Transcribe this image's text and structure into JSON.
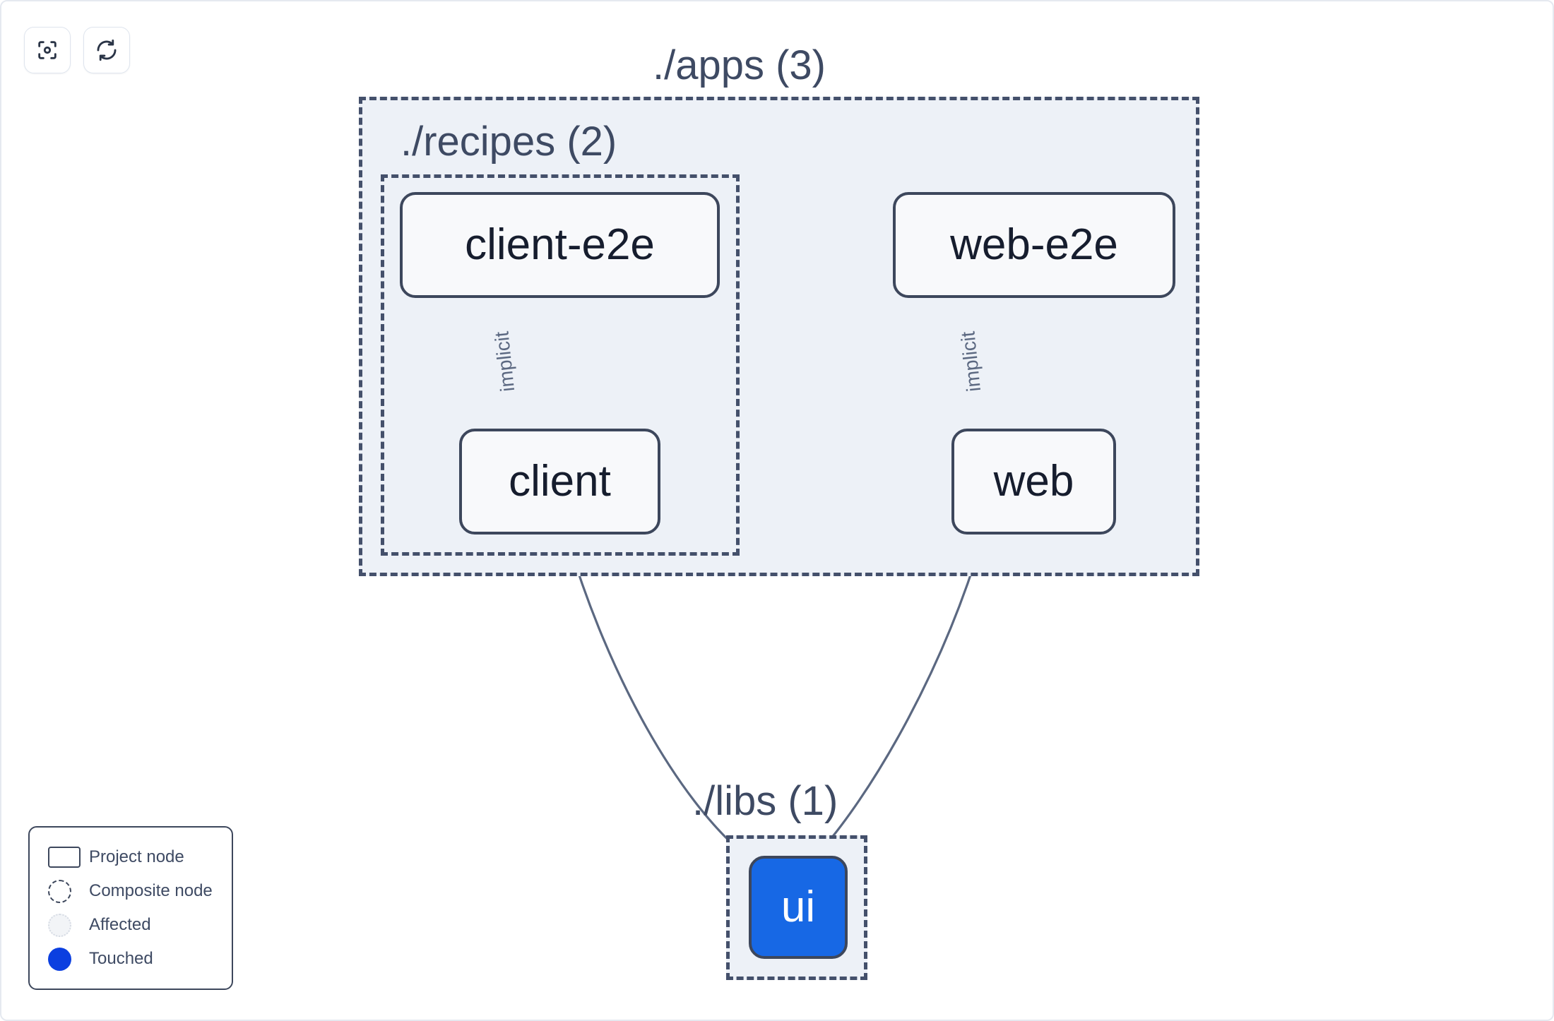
{
  "toolbar": {
    "buttons": [
      {
        "name": "focus-graph-button",
        "icon": "focus-target-icon",
        "title": "Focus graph"
      },
      {
        "name": "refresh-graph-button",
        "icon": "refresh-icon",
        "title": "Refresh graph"
      }
    ]
  },
  "graph": {
    "groups": [
      {
        "id": "apps",
        "label": "./apps (3)",
        "count": 3
      },
      {
        "id": "recipes",
        "label": "./recipes (2)",
        "count": 2
      },
      {
        "id": "libs",
        "label": "./libs (1)",
        "count": 1
      }
    ],
    "nodes": [
      {
        "id": "client-e2e",
        "label": "client-e2e",
        "group": "recipes",
        "state": "project"
      },
      {
        "id": "client",
        "label": "client",
        "group": "recipes",
        "state": "project"
      },
      {
        "id": "web-e2e",
        "label": "web-e2e",
        "group": "apps",
        "state": "project"
      },
      {
        "id": "web",
        "label": "web",
        "group": "apps",
        "state": "project"
      },
      {
        "id": "ui",
        "label": "ui",
        "group": "libs",
        "state": "touched"
      }
    ],
    "edges": [
      {
        "from": "client-e2e",
        "to": "client",
        "label": "implicit"
      },
      {
        "from": "web-e2e",
        "to": "web",
        "label": "implicit"
      },
      {
        "from": "client",
        "to": "ui",
        "label": ""
      },
      {
        "from": "web",
        "to": "ui",
        "label": ""
      }
    ]
  },
  "legend": {
    "items": [
      {
        "swatch": "project",
        "label": "Project node"
      },
      {
        "swatch": "composite",
        "label": "Composite node"
      },
      {
        "swatch": "affected",
        "label": "Affected"
      },
      {
        "swatch": "touched",
        "label": "Touched"
      }
    ]
  },
  "colors": {
    "node_border": "#3d475c",
    "node_fill": "#f8f9fb",
    "group_fill": "#edf1f7",
    "group_border": "#44506b",
    "touched": "#1768e5",
    "touched_legend": "#0b3fe0",
    "edge": "#5b6881",
    "text": "#3e4a63",
    "canvas": "#ffffff"
  }
}
